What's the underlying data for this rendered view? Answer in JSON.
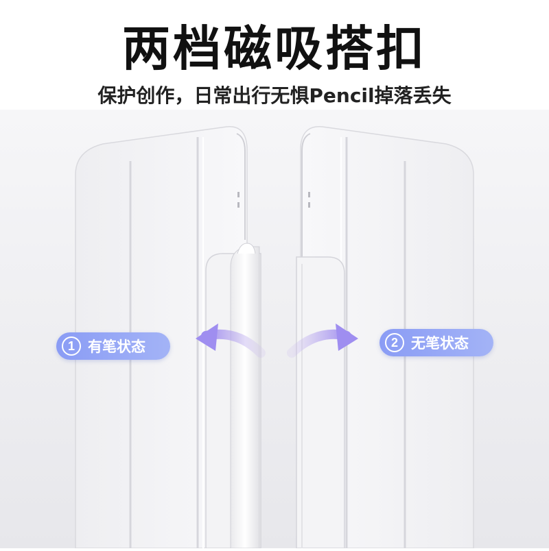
{
  "header": {
    "title": "两档磁吸搭扣",
    "subtitle": "保护创作，日常出行无惧Pencil掉落丢失"
  },
  "badges": {
    "left": {
      "number": "1",
      "label": "有笔状态"
    },
    "right": {
      "number": "2",
      "label": "无笔状态"
    }
  },
  "colors": {
    "badge": "#8a9cf5",
    "arrow": "#a99af0",
    "case": "#f2f2f4",
    "background": "#ececef"
  }
}
